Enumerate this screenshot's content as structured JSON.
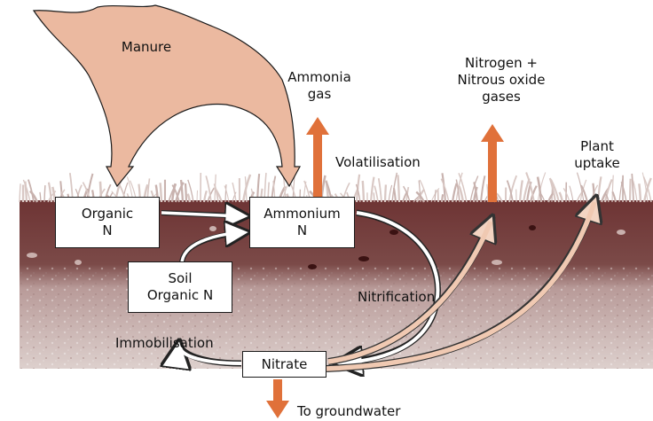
{
  "colors": {
    "manure": "#ebb9a0",
    "soil_top": "#6e3434",
    "soil_bottom": "#d8c5c0",
    "grass": "#c8b2ae",
    "up_arrow": "#e0713a",
    "nitrate_arrow": "#e9bda4"
  },
  "manure": {
    "label": "Manure"
  },
  "gases": {
    "ammonia_line1": "Ammonia",
    "ammonia_line2": "gas",
    "nitrogen_line1": "Nitrogen +",
    "nitrogen_line2": "Nitrous oxide",
    "nitrogen_line3": "gases"
  },
  "processes": {
    "volatilisation": "Volatilisation",
    "plant_uptake_line1": "Plant",
    "plant_uptake_line2": "uptake",
    "nitrification": "Nitrification",
    "immobilisation": "Immobilisation",
    "groundwater": "To groundwater"
  },
  "boxes": {
    "organic_line1": "Organic",
    "organic_line2": "N",
    "ammonium_line1": "Ammonium",
    "ammonium_line2": "N",
    "soil_organic_line1": "Soil",
    "soil_organic_line2": "Organic N",
    "nitrate": "Nitrate"
  }
}
